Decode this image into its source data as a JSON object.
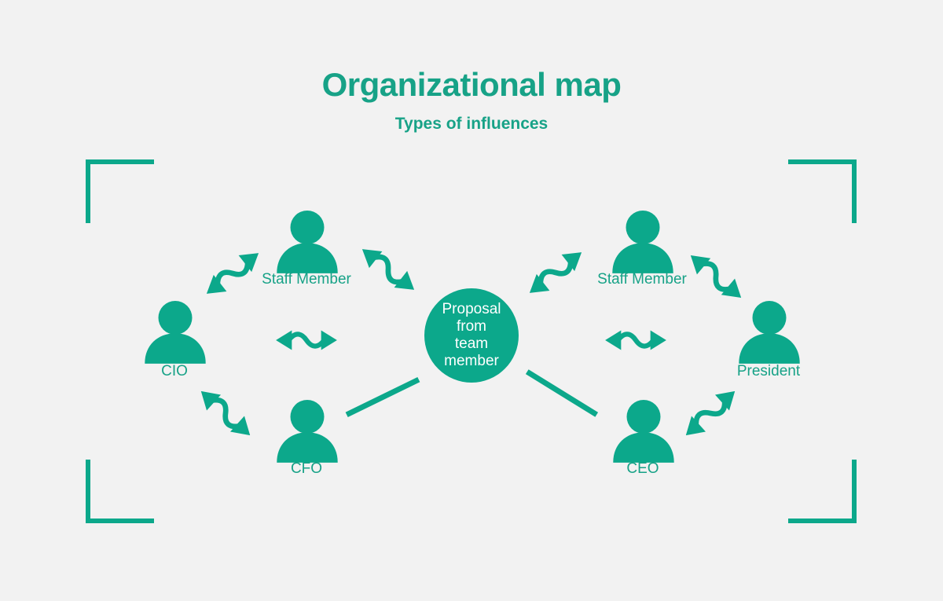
{
  "theme": {
    "background": "#F2F2F2",
    "accent": "#0CA88B",
    "title_color": "#17A287",
    "circle_text_color": "#FFFFFF"
  },
  "header": {
    "title": "Organizational map",
    "subtitle": "Types of influences"
  },
  "center_node": {
    "id": "proposal",
    "label": "Proposal from team member",
    "lines": [
      "Proposal",
      "from",
      "team",
      "member"
    ]
  },
  "nodes": [
    {
      "id": "staff-member-left",
      "label": "Staff Member"
    },
    {
      "id": "cio",
      "label": "CIO"
    },
    {
      "id": "cfo",
      "label": "CFO"
    },
    {
      "id": "staff-member-right",
      "label": "Staff Member"
    },
    {
      "id": "president",
      "label": "President"
    },
    {
      "id": "ceo",
      "label": "CEO"
    }
  ],
  "connections": [
    {
      "from": "cio",
      "to": "staff-member-left",
      "style": "wavy-double-arrow"
    },
    {
      "from": "staff-member-left",
      "to": "proposal",
      "style": "wavy-double-arrow"
    },
    {
      "from": "cio",
      "to": "proposal",
      "style": "wavy-double-arrow"
    },
    {
      "from": "cio",
      "to": "cfo",
      "style": "wavy-double-arrow"
    },
    {
      "from": "cfo",
      "to": "proposal",
      "style": "straight-line"
    },
    {
      "from": "proposal",
      "to": "staff-member-right",
      "style": "wavy-double-arrow"
    },
    {
      "from": "staff-member-right",
      "to": "president",
      "style": "wavy-double-arrow"
    },
    {
      "from": "proposal",
      "to": "president",
      "style": "wavy-double-arrow"
    },
    {
      "from": "proposal",
      "to": "ceo",
      "style": "straight-line"
    },
    {
      "from": "ceo",
      "to": "president",
      "style": "wavy-double-arrow"
    }
  ]
}
